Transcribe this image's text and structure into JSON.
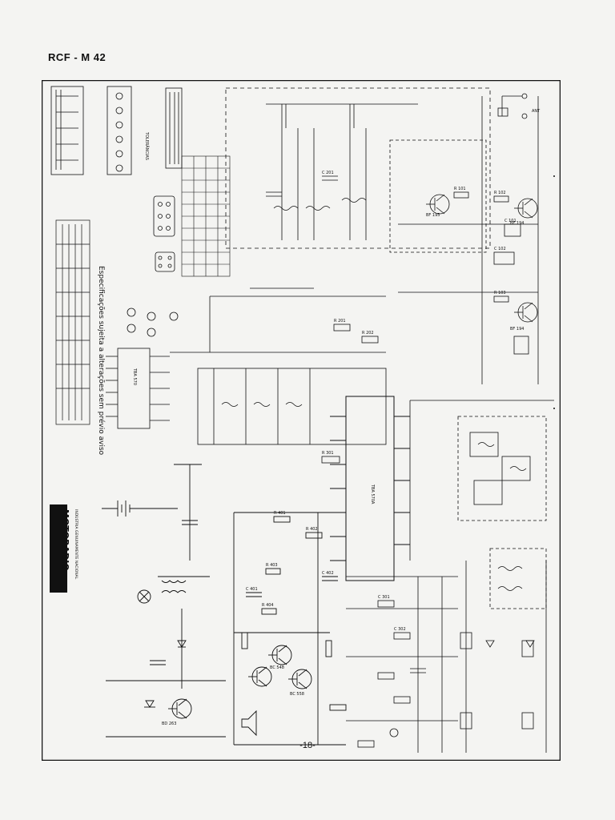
{
  "page": {
    "title": "RCF - M 42",
    "page_number": "-18-"
  },
  "schematic": {
    "brand_logo_text": "MOTORADIO",
    "brand_tagline": "INDÚSTRIA GENUINAMENTE NACIONAL",
    "specs_note": "Especificações sujeita a alterações sem prévio aviso",
    "legend_title": "TOLERÂNCIAS",
    "ic_main_label": "TBA 570A",
    "ic_audio_label": "TBA 570",
    "speaker_label": "",
    "antenna_label": "ANT",
    "transistors": [
      "BF 195",
      "BF 194",
      "BC 548",
      "BC 558",
      "BD 263"
    ],
    "resistors": [
      "R 101",
      "R 102",
      "R 103",
      "R 201",
      "R 202",
      "R 301",
      "R 401",
      "R 402",
      "R 403",
      "R 404"
    ],
    "capacitors": [
      "C 101",
      "C 102",
      "C 201",
      "C 301",
      "C 302",
      "C 401",
      "C 402"
    ]
  }
}
